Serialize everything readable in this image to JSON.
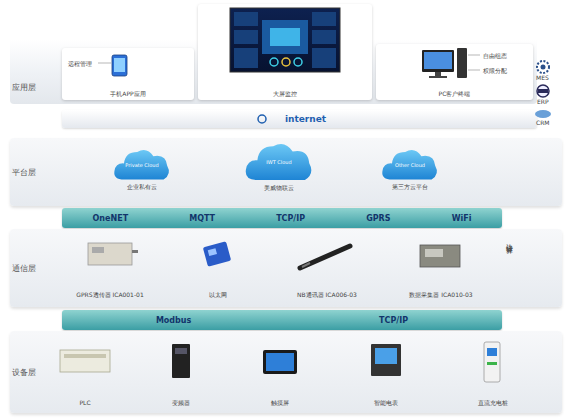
{
  "diagram": {
    "nodes": [
      {
        "text": [
          "应用层"
        ]
      },
      {
        "text": [
          "手机APP应用"
        ],
        "in": 0
      },
      {
        "text": [
          "大屏监控"
        ],
        "in": 0
      },
      {
        "text": [
          "PC客户终端"
        ],
        "in": 0
      },
      {
        "text": [
          "internet"
        ]
      },
      {
        "text": [
          "平台层"
        ]
      },
      {
        "text": [
          "Private Cloud",
          "企业私有云"
        ],
        "in": 5
      },
      {
        "text": [
          "IWT Cloud",
          "美威物联云"
        ],
        "in": 5
      },
      {
        "text": [
          "Other Cloud",
          "第三方云平台"
        ],
        "in": 5
      },
      {
        "text": [
          "OneNET",
          "MQTT",
          "TCP/IP",
          "GPRS",
          "WiFi"
        ]
      },
      {
        "text": [
          "通信层"
        ]
      },
      {
        "text": [
          "GPRS透传器 ICA001-01"
        ],
        "in": 10
      },
      {
        "text": [
          "以太网"
        ],
        "in": 10
      },
      {
        "text": [
          "NB通讯器 ICA006-03"
        ],
        "in": 10
      },
      {
        "text": [
          "数据采集器 ICA010-03"
        ],
        "in": 10
      },
      {
        "text": [
          "Modbus",
          "TCP/IP"
        ]
      },
      {
        "text": [
          "设备层"
        ]
      },
      {
        "text": [
          "PLC"
        ],
        "in": 16
      },
      {
        "text": [
          "变频器"
        ],
        "in": 16
      },
      {
        "text": [
          "触摸屏"
        ],
        "in": 16
      },
      {
        "text": [
          "智能电表"
        ],
        "in": 16
      },
      {
        "text": [
          "直流充电桩"
        ],
        "in": 16
      }
    ],
    "labels": [
      "远程管理",
      "自由组态",
      "权限分配",
      "MES",
      "ERP",
      "CRM",
      "边缘计算"
    ]
  }
}
